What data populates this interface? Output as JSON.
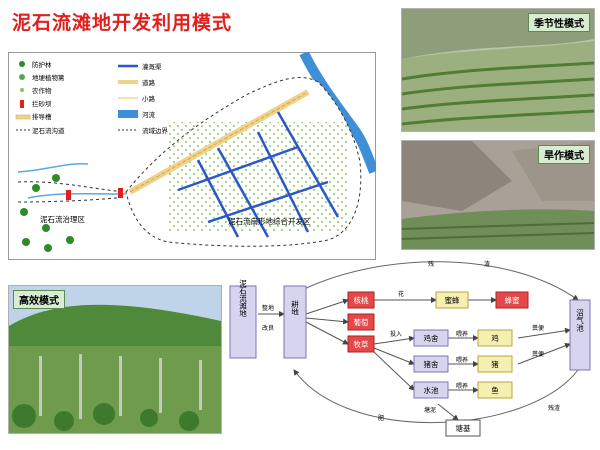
{
  "title": "泥石流滩地开发利用模式",
  "map": {
    "legend_left": [
      "防护林",
      "地埂植物篱",
      "农作物",
      "拦砂坝",
      "排导槽",
      "泥石流沟道"
    ],
    "legend_right": [
      "灌溉渠",
      "道路",
      "小路",
      "河流",
      "流域边界"
    ],
    "zone_left": "泥石流治理区",
    "zone_right": "泥石流扇形地综合开发区"
  },
  "photos": {
    "seasonal": "季节性模式",
    "dryland": "旱作模式",
    "efficient": "高效模式"
  },
  "flow": {
    "source": "泥石流滩地",
    "land": "耕地",
    "walnut": "核桃",
    "grape": "葡萄",
    "forage": "牧草",
    "bees": "蜜蜂",
    "honey": "蜂蜜",
    "chicken_coop": "鸡舍",
    "chicken": "鸡",
    "pig_pen": "猪舍",
    "pig": "猪",
    "pond": "水池",
    "fish": "鱼",
    "biogas": "沼气池",
    "embankment": "塘基",
    "lbl_reclaim": "整地",
    "lbl_improve": "改良",
    "lbl_flower": "花",
    "lbl_feed": "投入",
    "lbl_raise": "喂养",
    "lbl_manure": "粪便",
    "lbl_fertilizer": "肥",
    "lbl_mud": "塘泥",
    "lbl_residue_l": "残",
    "lbl_residue_r": "渣",
    "lbl_residue_b": "残渣"
  }
}
